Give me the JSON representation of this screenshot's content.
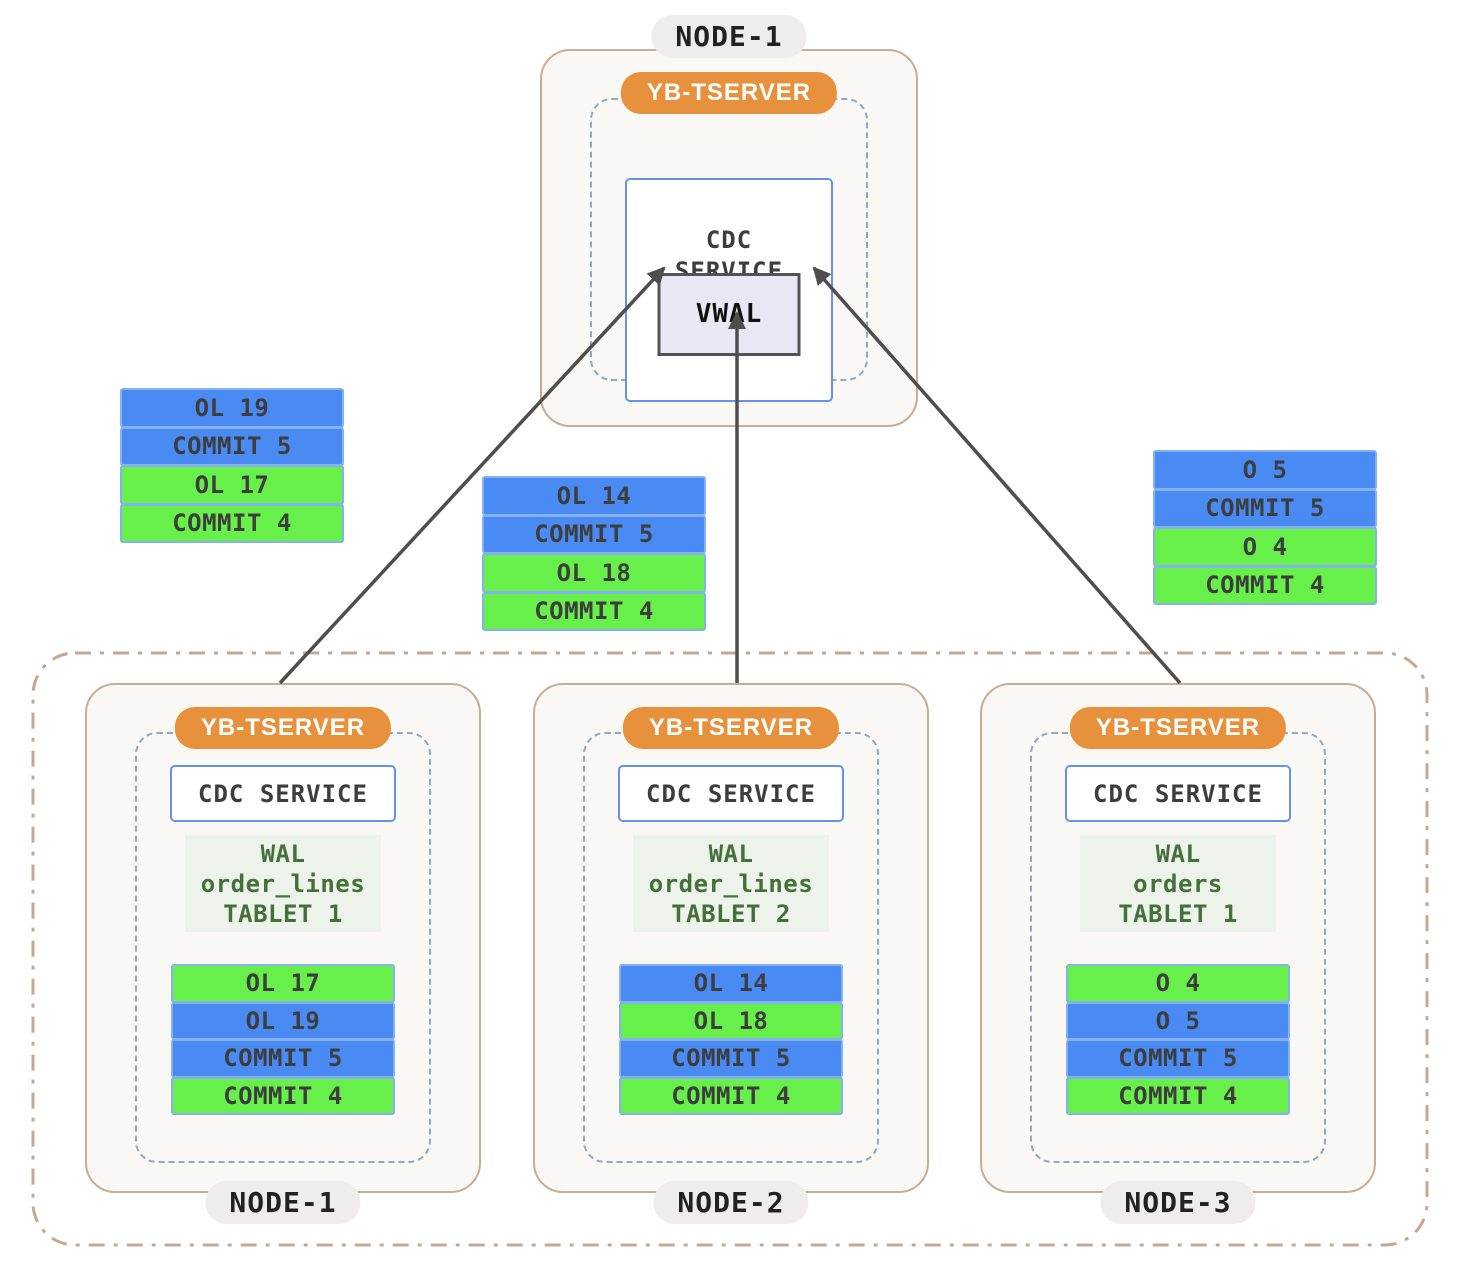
{
  "top_section": {
    "node_label": "NODE-1",
    "tserver_label": "YB-TSERVER",
    "cdc_service_label": "CDC\nSERVICE",
    "vwal_label": "VWAL"
  },
  "floating_stacks": [
    {
      "rows": [
        {
          "label": "OL 19",
          "color": "blue"
        },
        {
          "label": "COMMIT 5",
          "color": "blue"
        },
        {
          "label": "OL 17",
          "color": "green"
        },
        {
          "label": "COMMIT 4",
          "color": "green"
        }
      ]
    },
    {
      "rows": [
        {
          "label": "OL 14",
          "color": "blue"
        },
        {
          "label": "COMMIT 5",
          "color": "blue"
        },
        {
          "label": "OL 18",
          "color": "green"
        },
        {
          "label": "COMMIT 4",
          "color": "green"
        }
      ]
    },
    {
      "rows": [
        {
          "label": "O 5",
          "color": "blue"
        },
        {
          "label": "COMMIT 5",
          "color": "blue"
        },
        {
          "label": "O 4",
          "color": "green"
        },
        {
          "label": "COMMIT 4",
          "color": "green"
        }
      ]
    }
  ],
  "bottom_nodes": [
    {
      "node_label": "NODE-1",
      "tserver_label": "YB-TSERVER",
      "cdc_service_label": "CDC SERVICE",
      "wal_label": "WAL\norder_lines\nTABLET 1",
      "rows": [
        {
          "label": "OL 17",
          "color": "green"
        },
        {
          "label": "OL 19",
          "color": "blue"
        },
        {
          "label": "COMMIT 5",
          "color": "blue"
        },
        {
          "label": "COMMIT 4",
          "color": "green"
        }
      ]
    },
    {
      "node_label": "NODE-2",
      "tserver_label": "YB-TSERVER",
      "cdc_service_label": "CDC SERVICE",
      "wal_label": "WAL\norder_lines\nTABLET 2",
      "rows": [
        {
          "label": "OL 14",
          "color": "blue"
        },
        {
          "label": "OL 18",
          "color": "green"
        },
        {
          "label": "COMMIT 5",
          "color": "blue"
        },
        {
          "label": "COMMIT 4",
          "color": "green"
        }
      ]
    },
    {
      "node_label": "NODE-3",
      "tserver_label": "YB-TSERVER",
      "cdc_service_label": "CDC SERVICE",
      "wal_label": "WAL\norders\nTABLET 1",
      "rows": [
        {
          "label": "O 4",
          "color": "green"
        },
        {
          "label": "O 5",
          "color": "blue"
        },
        {
          "label": "COMMIT 5",
          "color": "blue"
        },
        {
          "label": "COMMIT 4",
          "color": "green"
        }
      ]
    }
  ],
  "colors": {
    "blue_event": "#4a8af3",
    "green_event": "#68f04a",
    "row_border": "#85b1f1",
    "row_text": "#3d3d3d",
    "orange_badge": "#e8913d",
    "badge_text": "#ffffff",
    "node_border": "#c9ac94",
    "node_bg": "#faf8f4",
    "dashed_border": "#92a9bc",
    "cdc_border": "#6292ee",
    "vwal_bg": "#e8e8f4",
    "vwal_border": "#535357",
    "wal_bg": "#edf3ea",
    "wal_text": "#44703a",
    "pill_bg": "#eeedeb",
    "pill_text": "#222222",
    "arrow": "#4e4e4e",
    "outer_border": "#c6a890"
  }
}
